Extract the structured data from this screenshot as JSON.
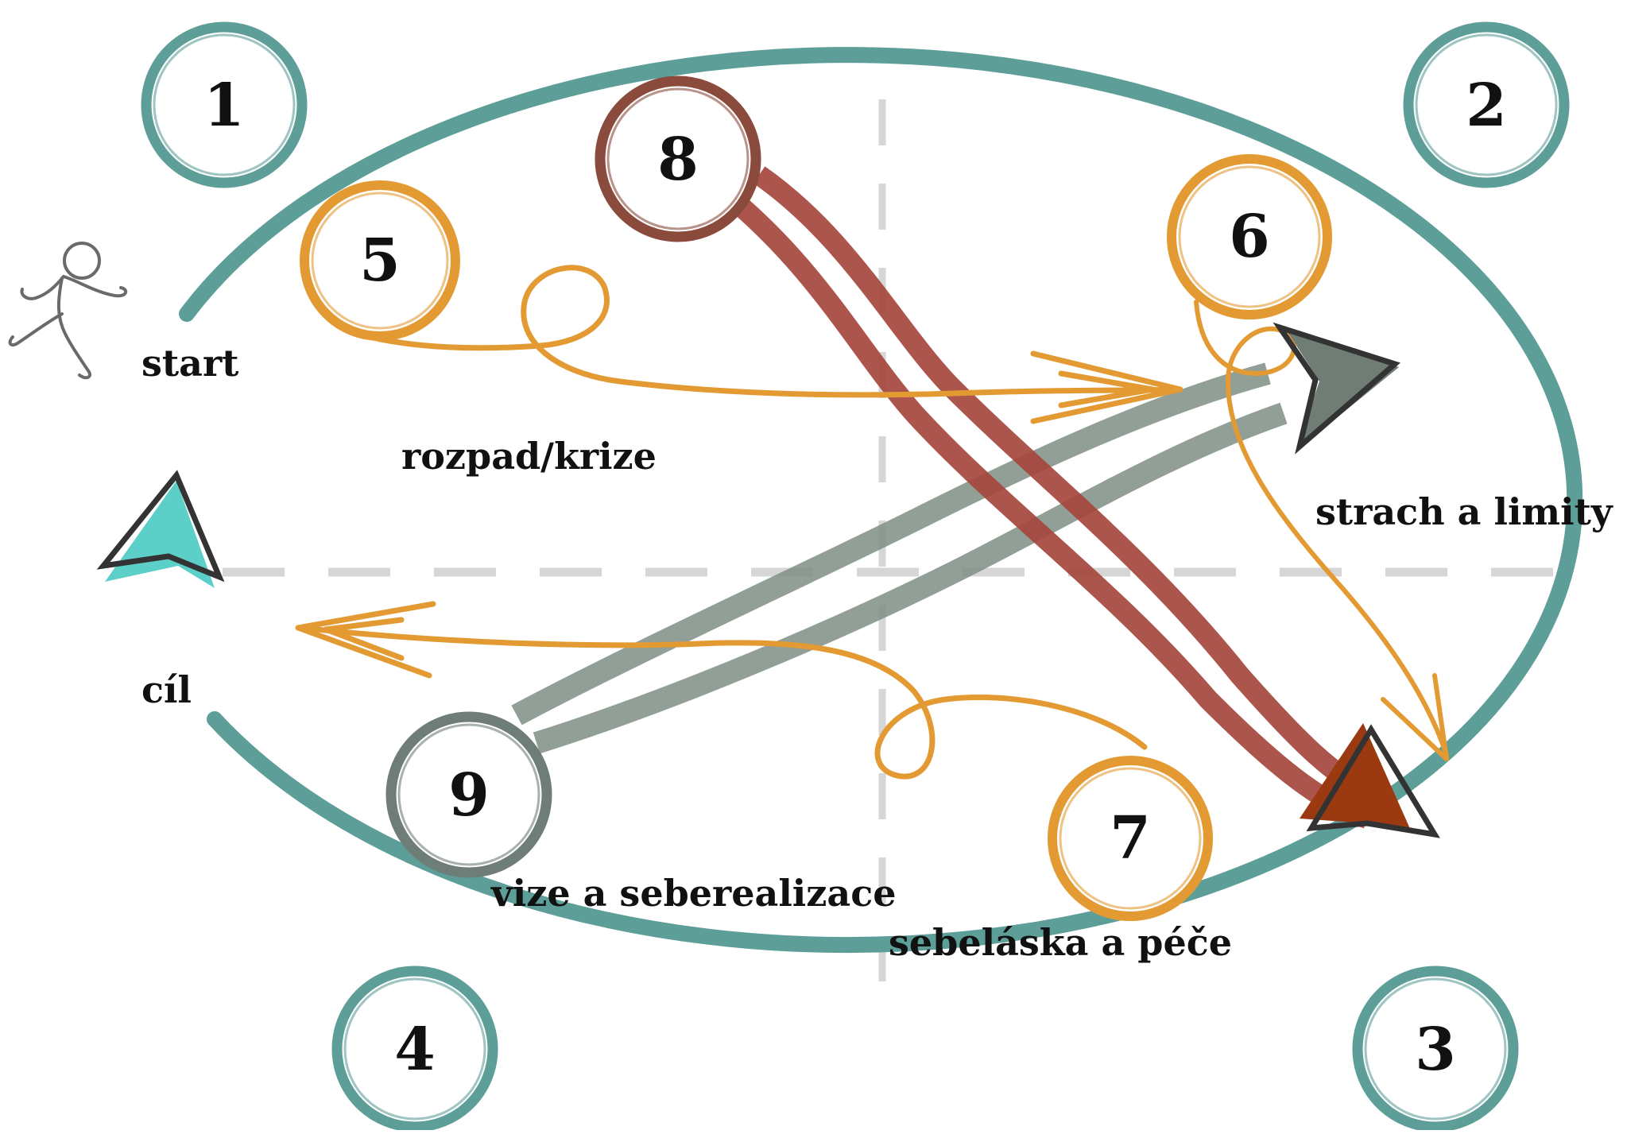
{
  "colors": {
    "teal": "#5e9e99",
    "orange": "#e39a32",
    "brown_red": "#a5473d",
    "brown_ring": "#8a4a3c",
    "gray_green": "#7e8f86",
    "gray_ring": "#6f7d77",
    "dash": "#d6d6d6",
    "cyan_arrow": "#5ccfc9",
    "gray_arrow": "#6f7d74",
    "rust_arrow": "#9b3a10"
  },
  "corner_numbers": {
    "n1": "1",
    "n2": "2",
    "n3": "3",
    "n4": "4"
  },
  "node_numbers": {
    "n5": "5",
    "n6": "6",
    "n7": "7",
    "n8": "8",
    "n9": "9"
  },
  "labels": {
    "start": "start",
    "goal": "cíl",
    "crisis": "rozpad/krize",
    "fear": "strach a limity",
    "vision": "vize a seberealizace",
    "selflove": "sebeláska a péče"
  },
  "icons": {
    "runner": "running-person-icon",
    "goal_arrow": "cyan-arrowhead-icon",
    "gray_arrow": "gray-arrowhead-icon",
    "rust_arrow": "rust-arrowhead-icon"
  }
}
